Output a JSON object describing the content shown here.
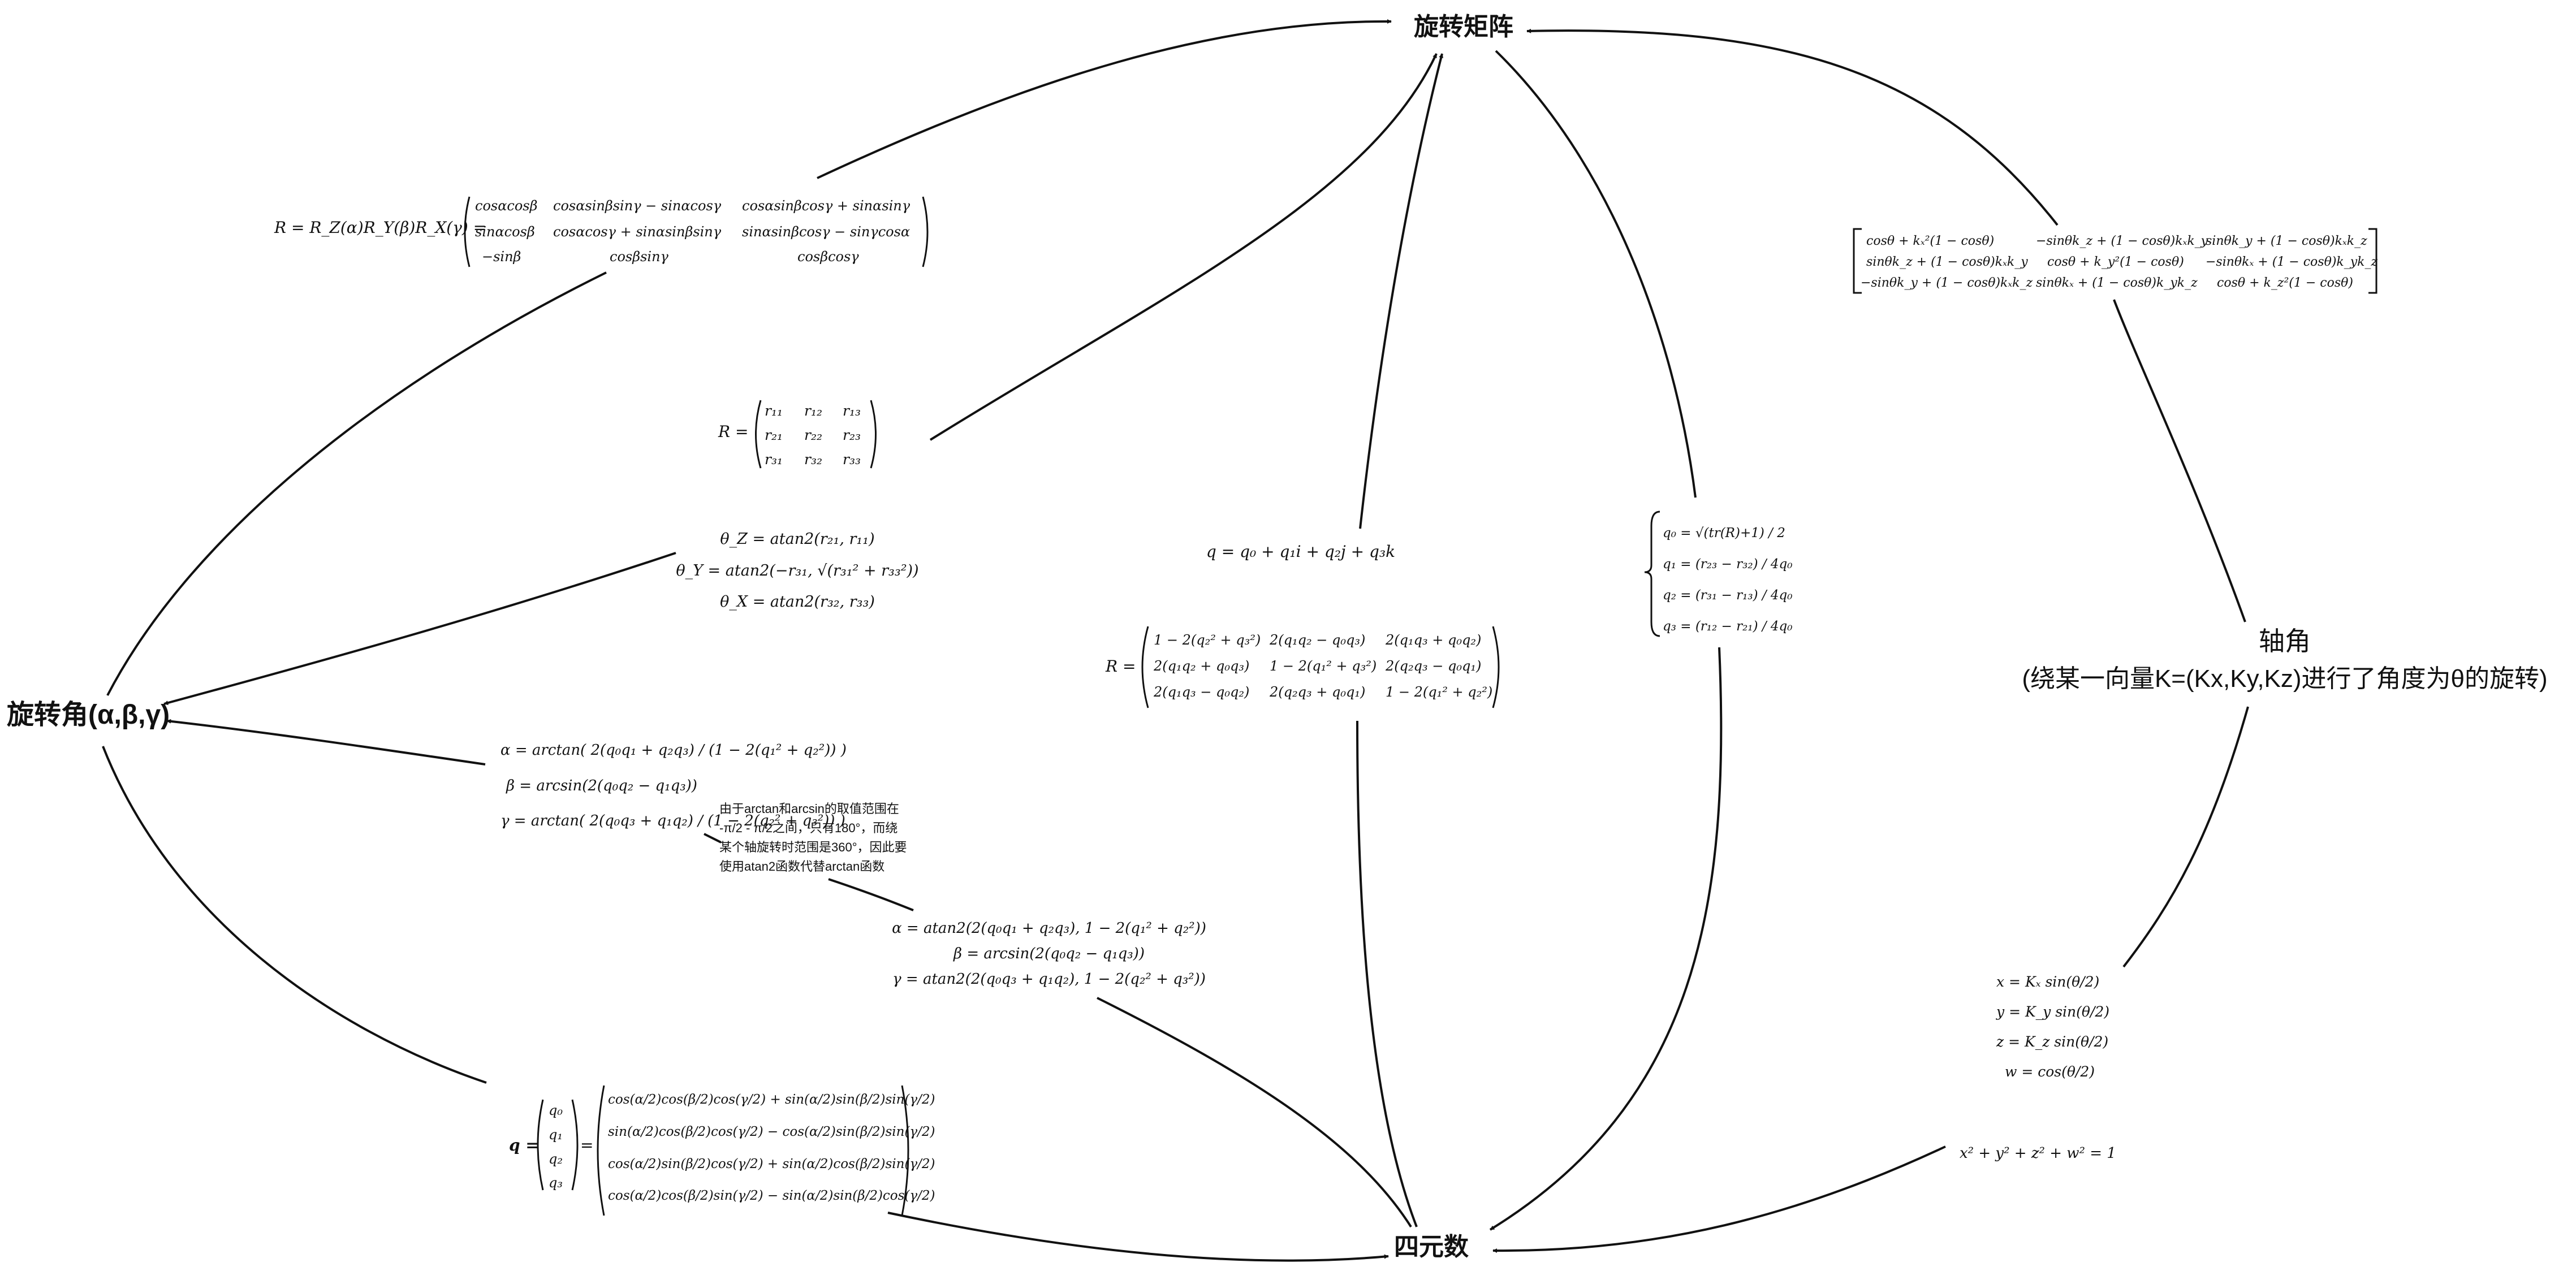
{
  "nodes": {
    "rotation_matrix": "旋转矩阵",
    "euler": "旋转角(α,β,γ)",
    "quaternion": "四元数",
    "axis_angle_title": "轴角",
    "axis_angle_desc": "(绕某一向量K=(Kx,Ky,Kz)进行了角度为θ的旋转)"
  },
  "formulas": {
    "euler_to_matrix": {
      "lhs": "R = R_Z(α)R_Y(β)R_X(γ) =",
      "rows": [
        [
          "cosαcosβ",
          "cosαsinβsinγ − sinαcosγ",
          "cosαsinβcosγ + sinαsinγ"
        ],
        [
          "sinαcosβ",
          "cosαcosγ + sinαsinβsinγ",
          "sinαsinβcosγ − sinγcosα"
        ],
        [
          "−sinβ",
          "cosβsinγ",
          "cosβcosγ"
        ]
      ]
    },
    "generic_matrix": {
      "lhs": "R =",
      "rows": [
        [
          "r₁₁",
          "r₁₂",
          "r₁₃"
        ],
        [
          "r₂₁",
          "r₂₂",
          "r₂₃"
        ],
        [
          "r₃₁",
          "r₃₂",
          "r₃₃"
        ]
      ]
    },
    "matrix_to_euler": [
      "θ_Z = atan2(r₂₁, r₁₁)",
      "θ_Y = atan2(−r₃₁, √(r₃₁² + r₃₃²))",
      "θ_X = atan2(r₃₂, r₃₃)"
    ],
    "quat_to_euler_arctan": [
      "α = arctan( 2(q₀q₁ + q₂q₃) / (1 − 2(q₁² + q₂²)) )",
      "β = arcsin(2(q₀q₂ − q₁q₃))",
      "γ = arctan( 2(q₀q₃ + q₁q₂) / (1 − 2(q₂² + q₃²)) )"
    ],
    "note": [
      "由于arctan和arcsin的取值范围在",
      "-π/2 - π/2之间，只有180°，而绕",
      "某个轴旋转时范围是360°，因此要",
      "使用atan2函数代替arctan函数"
    ],
    "quat_to_euler_atan2": [
      "α = atan2(2(q₀q₁ + q₂q₃), 1 − 2(q₁² + q₂²))",
      "β = arcsin(2(q₀q₂ − q₁q₃))",
      "γ = atan2(2(q₀q₃ + q₁q₂), 1 − 2(q₂² + q₃²))"
    ],
    "euler_to_quat": {
      "lhs": "q =",
      "vec": [
        "q₀",
        "q₁",
        "q₂",
        "q₃"
      ],
      "rows": [
        "cos(α/2)cos(β/2)cos(γ/2) + sin(α/2)sin(β/2)sin(γ/2)",
        "sin(α/2)cos(β/2)cos(γ/2) − cos(α/2)sin(β/2)sin(γ/2)",
        "cos(α/2)sin(β/2)cos(γ/2) + sin(α/2)cos(β/2)sin(γ/2)",
        "cos(α/2)cos(β/2)sin(γ/2) − sin(α/2)sin(β/2)cos(γ/2)"
      ]
    },
    "quat_def": "q = q₀ + q₁i + q₂j + q₃k",
    "quat_to_matrix": {
      "lhs": "R =",
      "rows": [
        [
          "1 − 2(q₂² + q₃²)",
          "2(q₁q₂ − q₀q₃)",
          "2(q₁q₃ + q₀q₂)"
        ],
        [
          "2(q₁q₂ + q₀q₃)",
          "1 − 2(q₁² + q₃²)",
          "2(q₂q₃ − q₀q₁)"
        ],
        [
          "2(q₁q₃ − q₀q₂)",
          "2(q₂q₃ + q₀q₁)",
          "1 − 2(q₁² + q₂²)"
        ]
      ]
    },
    "matrix_to_quat": [
      "q₀ = √(tr(R)+1) / 2",
      "q₁ = (r₂₃ − r₃₂) / 4q₀",
      "q₂ = (r₃₁ − r₁₃) / 4q₀",
      "q₃ = (r₁₂ − r₂₁) / 4q₀"
    ],
    "axis_angle_matrix": {
      "rows": [
        [
          "cosθ + kₓ²(1 − cosθ)",
          "−sinθk_z + (1 − cosθ)kₓk_y",
          "sinθk_y + (1 − cosθ)kₓk_z"
        ],
        [
          "sinθk_z + (1 − cosθ)kₓk_y",
          "cosθ + k_y²(1 − cosθ)",
          "−sinθkₓ + (1 − cosθ)k_yk_z"
        ],
        [
          "−sinθk_y + (1 − cosθ)kₓk_z",
          "sinθkₓ + (1 − cosθ)k_yk_z",
          "cosθ + k_z²(1 − cosθ)"
        ]
      ]
    },
    "axis_angle_to_quat": [
      "x = Kₓ sin(θ/2)",
      "y = K_y sin(θ/2)",
      "z = K_z sin(θ/2)",
      "w = cos(θ/2)"
    ],
    "unit_constraint": "x² + y² + z² + w² = 1"
  }
}
